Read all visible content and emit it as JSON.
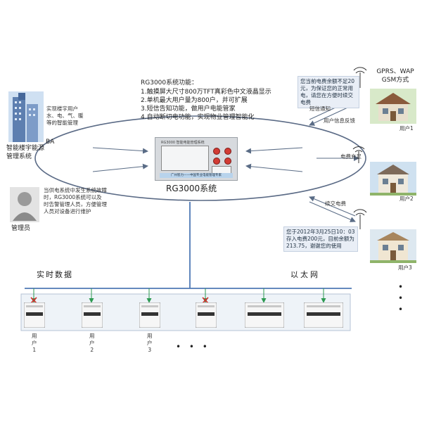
{
  "system": {
    "features_title": "RG3000系统功能：",
    "features": [
      "1.触摸屏大尺寸800万TFT真彩色中文液晶显示",
      "2.单机最大用户量为800户，并可扩展",
      "3.短信告知功能，做用户电能管家",
      "4.自动断切电功能，实现物业管理智能化"
    ],
    "name": "RG3000系统",
    "cabinet_text": "RG3000 智能电能管理系统",
    "cabinet_footer": "广州智力——中国专业电能管理专家"
  },
  "left": {
    "building_desc": "实现楼宇用户水、电、气、暖等的智能管理",
    "building_label": "智能楼宇能源管理系统",
    "ba_label": "BA",
    "admin_desc": "当供电系统中发生系统故障时，RG3000系统可以及时告警管理人员，方便管理人员对设备进行维护",
    "admin_label": "管理员"
  },
  "right": {
    "notice1": "您当前电费余额不足20元，为保证您的正常用电，请您在方便时续交电费",
    "network": "GPRS、WAP\nGSM方式",
    "sms_label": "短信通知",
    "feedback_label": "用户信息反馈",
    "power_ok": "电费充足",
    "pay_label": "续交电费",
    "notice3": "您于2012年3月25日10：03存入电费200元，目前余额为213.75，谢谢您的使用",
    "users": [
      "用户1",
      "用户2",
      "用户3"
    ],
    "dots": "•\n•\n•"
  },
  "bottom": {
    "realtime_label": "实时数据",
    "ethernet_label": "以太网",
    "meter_users": [
      "用\n户\n1",
      "用\n户\n2",
      "用\n户\n3"
    ],
    "dots": "• • •"
  }
}
